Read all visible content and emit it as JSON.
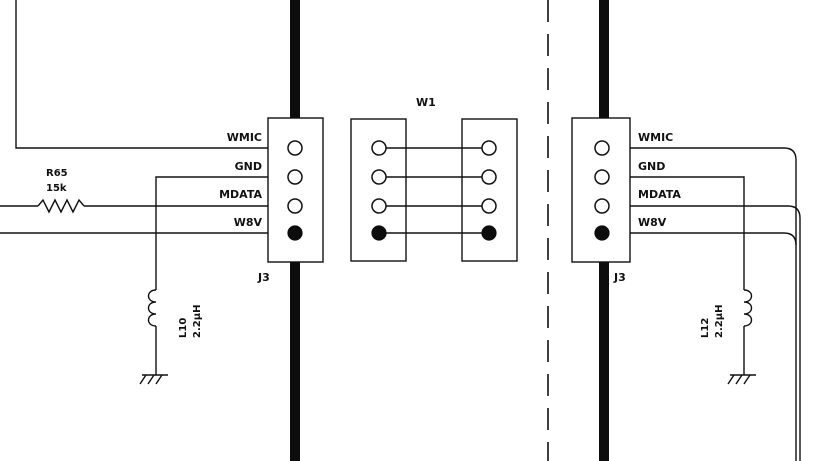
{
  "connector_left": {
    "designator": "J3",
    "pins": [
      "WMIC",
      "GND",
      "MDATA",
      "W8V"
    ]
  },
  "connector_right": {
    "designator": "J3",
    "pins": [
      "WMIC",
      "GND",
      "MDATA",
      "W8V"
    ]
  },
  "jumper": {
    "designator": "W1"
  },
  "resistor": {
    "designator": "R65",
    "value": "15k"
  },
  "inductor_left": {
    "designator": "L10",
    "value": "2.2µH"
  },
  "inductor_right": {
    "designator": "L12",
    "value": "2.2µH"
  }
}
